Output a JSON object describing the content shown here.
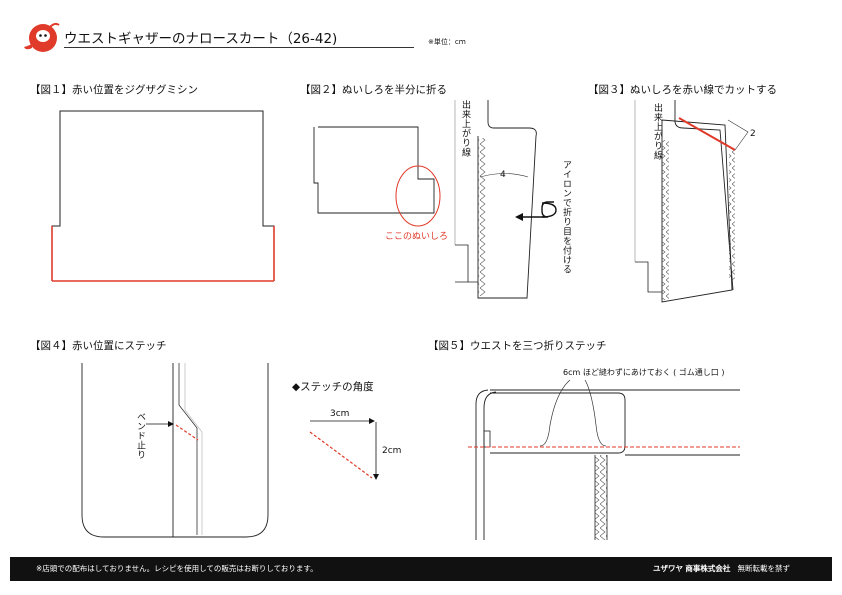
{
  "header": {
    "title": "ウエストギャザーのナロースカート（26-42)",
    "unit_note": "※単位：cｍ",
    "logo_icon": "daruma-logo-icon"
  },
  "figures": {
    "fig1": {
      "label": "【図１】赤い位置をジグザグミシン"
    },
    "fig2": {
      "label": "【図２】ぬいしろを半分に折る",
      "seam_note": "ここのぬいしろ",
      "finish_line": "出来上がり線",
      "width_label": "4",
      "iron_note": "アイロンで折り目を付ける"
    },
    "fig3": {
      "label": "【図３】ぬいしろを赤い線でカットする",
      "finish_line": "出来上がり線",
      "cut_label": "2"
    },
    "fig4": {
      "label": "【図４】赤い位置にステッチ",
      "bend_note": "ベンド止り",
      "angle_title": "◆ステッチの角度",
      "dx_label": "3cm",
      "dy_label": "2cm"
    },
    "fig5": {
      "label": "【図５】ウエストを三つ折りステッチ",
      "gap_note": "6cm ほど縫わずにあけておく ( ゴム通し口 )"
    }
  },
  "footer": {
    "note": "※店頭での配布はしておりません。レシピを使用しての販売はお断りしております。",
    "brand": "ユザワヤ",
    "company": "商事株式会社",
    "copyright": "無断転載を禁ず"
  },
  "colors": {
    "accent": "#e03a2a",
    "footer_bg": "#111111"
  }
}
